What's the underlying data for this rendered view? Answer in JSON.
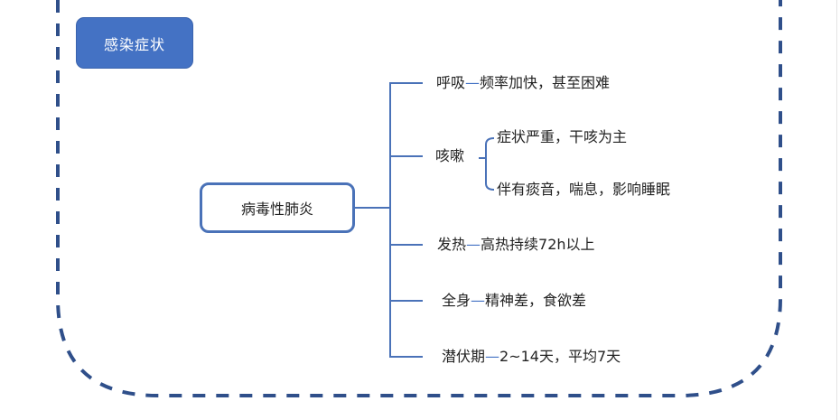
{
  "title": "感染症状",
  "root": "病毒性肺炎",
  "branches": [
    {
      "name": "呼吸",
      "connector": "—",
      "detail": "频率加快，甚至困难"
    },
    {
      "name": "咳嗽",
      "children": [
        "症状严重，干咳为主",
        "伴有痰音，喘息，影响睡眠"
      ]
    },
    {
      "name": "发热",
      "connector": "—",
      "detail": "高热持续72h以上"
    },
    {
      "name": "全身",
      "connector": "—",
      "detail": "精神差，食欲差"
    },
    {
      "name": "潜伏期",
      "connector": "—",
      "detail": "2~14天，平均7天"
    }
  ],
  "colors": {
    "accent": "#4472c4",
    "border_dash": "#2f4f8a",
    "line": "#4a72b8",
    "text": "#222222"
  }
}
